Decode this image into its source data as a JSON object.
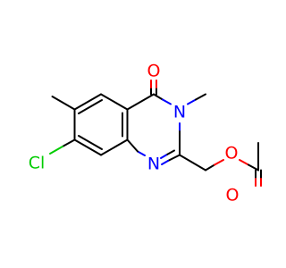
{
  "molecule": {
    "atoms": {
      "carbonyl_oxygen": {
        "symbol": "O",
        "color": "#ff0000"
      },
      "ring_nitrogen_3": {
        "symbol": "N",
        "color": "#0000ff"
      },
      "ring_nitrogen_1": {
        "symbol": "N",
        "color": "#0000ff"
      },
      "chlorine": {
        "symbol": "Cl",
        "color": "#00cc00"
      },
      "ester_oxygen": {
        "symbol": "O",
        "color": "#ff0000"
      },
      "acetyl_oxygen": {
        "symbol": "O",
        "color": "#ff0000"
      }
    },
    "bond_color": "#000000"
  }
}
